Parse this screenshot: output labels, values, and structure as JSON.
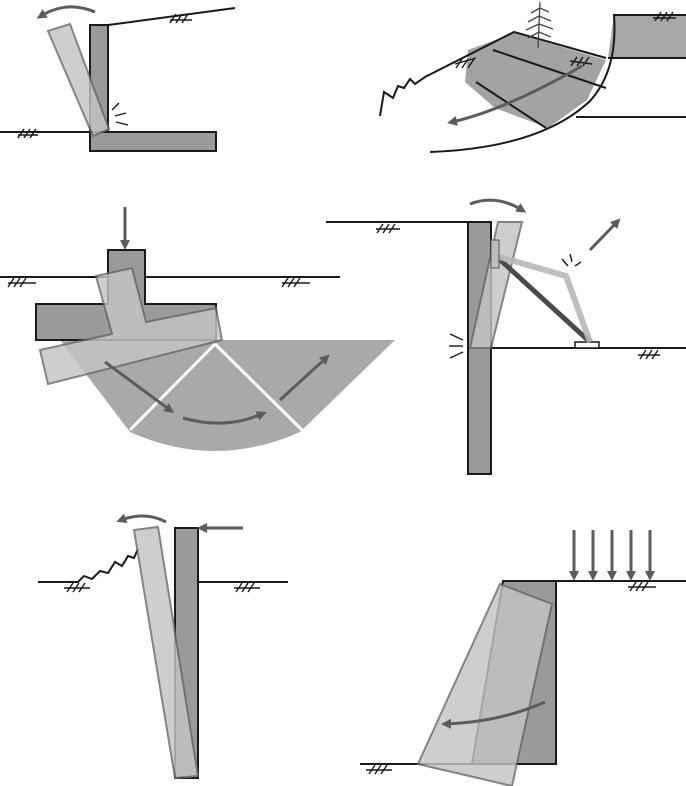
{
  "figure": {
    "panels": [
      {
        "id": "cantilever-wall-overturning"
      },
      {
        "id": "global-slope-failure"
      },
      {
        "id": "foundation-bearing-failure"
      },
      {
        "id": "anchored-wall-anchor-failure"
      },
      {
        "id": "sheet-pile-toe-rotation"
      },
      {
        "id": "gravity-wall-overturning"
      }
    ],
    "colors": {
      "structure": "#9a9a9a",
      "displaced_structure": "#c4c4c4",
      "soil_wedge": "#a7a7a7",
      "arrow": "#5c5c5c",
      "outline": "#1a1a1a"
    },
    "icons": [
      "ground-hatch-icon",
      "tree-icon",
      "rotation-arrow-icon",
      "load-arrow-icon",
      "crack-mark-icon"
    ]
  }
}
